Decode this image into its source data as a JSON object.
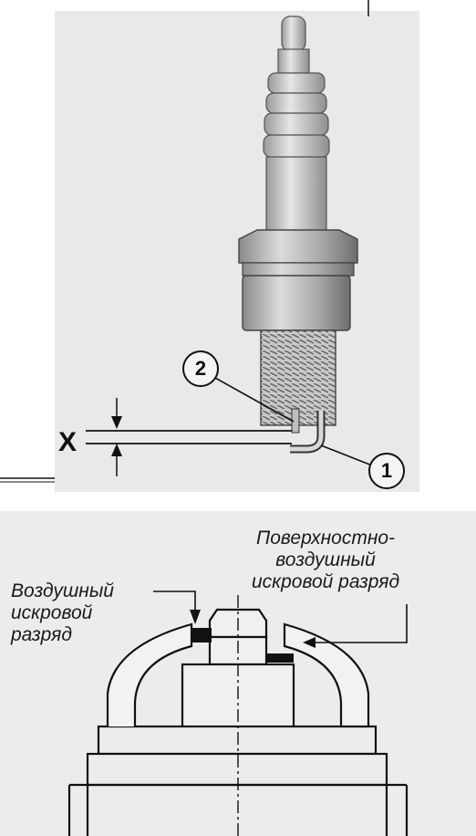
{
  "top_diagram": {
    "gap_label": "X",
    "callouts": [
      {
        "id": "1",
        "label": "1"
      },
      {
        "id": "2",
        "label": "2"
      }
    ]
  },
  "bottom_diagram": {
    "left_label": [
      "Воздушный",
      "искровой",
      "разряд"
    ],
    "right_label": [
      "Поверхностно-",
      "воздушный",
      "искровой разряд"
    ]
  }
}
